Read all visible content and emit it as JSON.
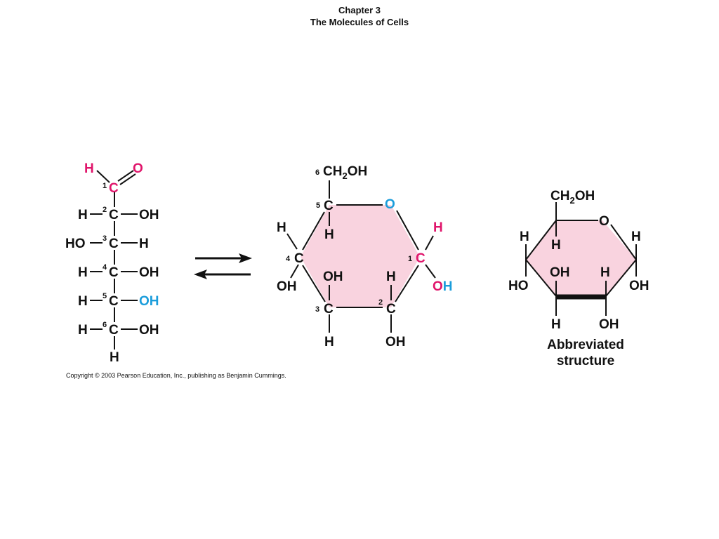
{
  "title": {
    "line1": "Chapter 3",
    "line2": "The Molecules of Cells"
  },
  "linear_form": {
    "aldehyde_h": "H",
    "aldehyde_o": "O",
    "carbon": "C",
    "h": "H",
    "oh": "OH",
    "ho": "HO",
    "numbers": [
      "1",
      "2",
      "3",
      "4",
      "5",
      "6"
    ]
  },
  "equilibrium_arrows": "forward and reverse arrows",
  "ring_form": {
    "ch2": "CH",
    "subscript_2": "2",
    "oh": "OH",
    "ring_o": "O",
    "carbon": "C",
    "h": "H",
    "o_part": "O",
    "h_part": "H",
    "numbers": [
      "1",
      "2",
      "3",
      "4",
      "5",
      "6"
    ]
  },
  "abbreviated": {
    "ch2": "CH",
    "subscript_2": "2",
    "oh": "OH",
    "ring_o": "O",
    "h": "H",
    "ho": "HO",
    "caption_line1": "Abbreviated",
    "caption_line2": "structure"
  },
  "colors": {
    "magenta": "#e0156b",
    "blue": "#1b9ddb",
    "ring_fill": "#f9d3df"
  },
  "copyright": "Copyright © 2003 Pearson Education, Inc., publishing as Benjamin Cummings."
}
